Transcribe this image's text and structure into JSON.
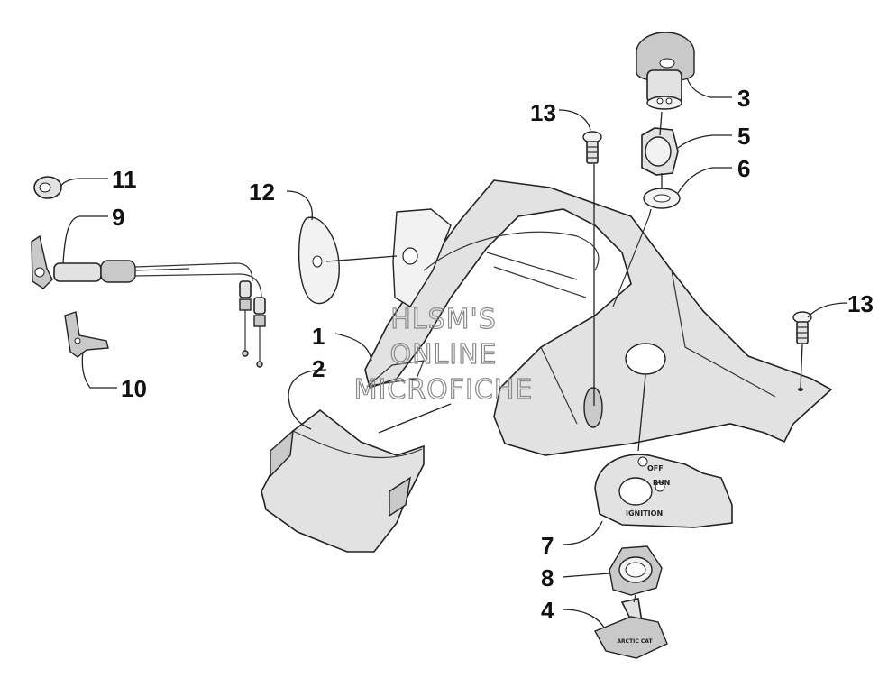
{
  "watermark": {
    "line1": "HLSM'S",
    "line2": "ONLINE",
    "line3": "MICROFICHE"
  },
  "switch_plate": {
    "off": "OFF",
    "run": "RUN",
    "ignition": "IGNITION"
  },
  "key_logo": "ARCTIC CAT",
  "callouts": {
    "c1": "1",
    "c2": "2",
    "c3": "3",
    "c4": "4",
    "c5": "5",
    "c6": "6",
    "c7": "7",
    "c8": "8",
    "c9": "9",
    "c10": "10",
    "c11": "11",
    "c12": "12",
    "c13a": "13",
    "c13b": "13"
  }
}
